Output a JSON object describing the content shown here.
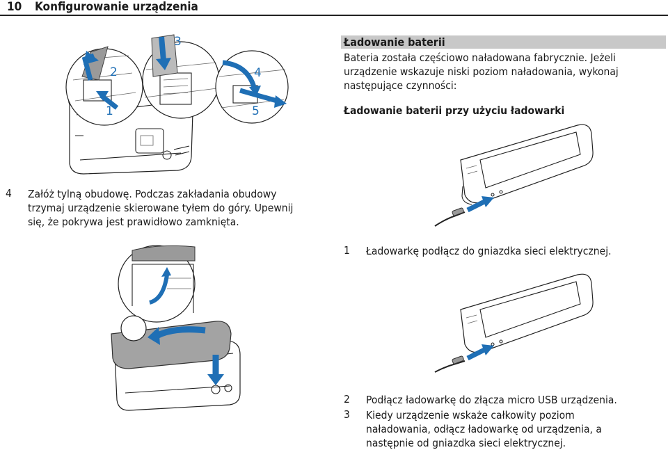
{
  "header": {
    "page_number": "10",
    "title": "Konfigurowanie urządzenia"
  },
  "left": {
    "step4_number": "4",
    "step4_text_lines": [
      "Załóż tylną obudowę. Podczas zakładania obudowy",
      "trzymaj urządzenie skierowane tyłem do góry. Upewnij",
      "się, że pokrywa jest prawidłowo zamknięta."
    ],
    "callouts": [
      "1",
      "2",
      "3",
      "4",
      "5"
    ]
  },
  "right": {
    "section_title": "Ładowanie baterii",
    "intro_lines": [
      "Bateria została częściowo naładowana fabrycznie. Jeżeli",
      "urządzenie wskazuje niski poziom naładowania, wykonaj",
      "następujące czynności:"
    ],
    "subheading": "Ładowanie baterii przy użyciu ładowarki",
    "steps": [
      {
        "num": "1",
        "lines": [
          "Ładowarkę podłącz do gniazdka sieci elektrycznej."
        ]
      },
      {
        "num": "2",
        "lines": [
          "Podłącz ładowarkę do złącza micro USB urządzenia."
        ]
      },
      {
        "num": "3",
        "lines": [
          "Kiedy urządzenie wskaże całkowity poziom",
          "naładowania, odłącz ładowarkę od urządzenia, a",
          "następnie od gniazdka sieci elektrycznej."
        ]
      }
    ]
  },
  "colors": {
    "accent": "#1f6fb5",
    "section_bar": "#c8c8c8"
  },
  "icons": [
    "sim-insert-illustration",
    "back-cover-illustration",
    "phone-charger-illustration"
  ]
}
